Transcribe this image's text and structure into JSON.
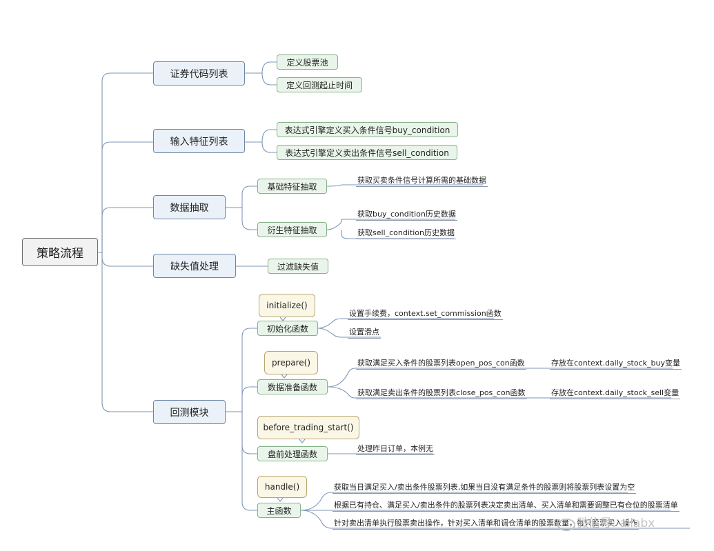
{
  "root": "策略流程",
  "securities": {
    "label": "证券代码列表",
    "children": [
      "定义股票池",
      "定义回测起止时间"
    ]
  },
  "features": {
    "label": "输入特征列表",
    "children": [
      "表达式引擎定义买入条件信号buy_condition",
      "表达式引擎定义卖出条件信号sell_condition"
    ]
  },
  "extraction": {
    "label": "数据抽取",
    "basic": {
      "label": "基础特征抽取",
      "leaf": "获取买卖条件信号计算所需的基础数据"
    },
    "derived": {
      "label": "衍生特征抽取",
      "leaves": [
        "获取buy_condition历史数据",
        "获取sell_condition历史数据"
      ]
    }
  },
  "missing": {
    "label": "缺失值处理",
    "child": "过滤缺失值"
  },
  "backtest": {
    "label": "回测模块",
    "init": {
      "fn": "initialize()",
      "label": "初始化函数",
      "leaves": [
        "设置手续费，context.set_commission函数",
        "设置滑点"
      ]
    },
    "prepare": {
      "fn": "prepare()",
      "label": "数据准备函数",
      "leaves": [
        "获取满足买入条件的股票列表open_pos_con函数",
        "获取满足卖出条件的股票列表close_pos_con函数"
      ],
      "stores": [
        "存放在context.daily_stock_buy变量",
        "存放在context.daily_stock_sell变量"
      ]
    },
    "before": {
      "fn": "before_trading_start()",
      "label": "盘前处理函数",
      "leaf": "处理昨日订单，本例无"
    },
    "main": {
      "fn": "handle()",
      "label": "主函数",
      "leaves": [
        "获取当日满足买入/卖出条件股票列表,如果当日没有满足条件的股票则将股票列表设置为空",
        "根据已有持仓、满足买入/卖出条件的股票列表决定卖出清单、买入清单和需要调整已有仓位的股票清单",
        "针对卖出清单执行股票卖出操作，针对买入清单和调仓清单的股票数量，每只股票买入操作"
      ]
    }
  },
  "watermark": "微信号: ailabx",
  "colors": {
    "link": "#7d96b6",
    "l1_border": "#6e87a6",
    "l2_border": "#86b08a",
    "fn_border": "#b8a670"
  }
}
